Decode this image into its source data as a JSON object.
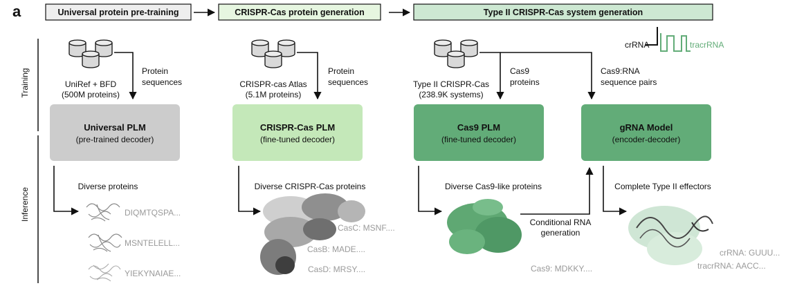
{
  "panel_label": "a",
  "pipeline": [
    {
      "label": "Universal protein pre-training",
      "fill": "#eeeeee"
    },
    {
      "label": "CRISPR-Cas protein generation",
      "fill": "#e6f6e0"
    },
    {
      "label": "Type II CRISPR-Cas system generation",
      "fill": "#cde8d2"
    }
  ],
  "rows": {
    "training": "Training",
    "inference": "Inference"
  },
  "legend": {
    "crrna": "crRNA",
    "tracrrna": "tracrRNA"
  },
  "columns": [
    {
      "db_line1": "UniRef + BFD",
      "db_line2": "(500M proteins)",
      "arrow_line1": "Protein",
      "arrow_line2": "sequences",
      "model_title": "Universal PLM",
      "model_sub": "(pre-trained decoder)",
      "model_color": "#cccccc",
      "output_title": "Diverse proteins",
      "outputs": [
        "DIQMTQSPA...",
        "MSNTELELL...",
        "YIEKYNAIAE..."
      ]
    },
    {
      "db_line1": "CRISPR-cas Atlas",
      "db_line2": "(5.1M proteins)",
      "arrow_line1": "Protein",
      "arrow_line2": "sequences",
      "model_title": "CRISPR-Cas PLM",
      "model_sub": "(fine-tuned decoder)",
      "model_color": "#c4e8b9",
      "output_title": "Diverse CRISPR-Cas proteins",
      "outputs": [
        "CasC: MSNF....",
        "CasB: MADE....",
        "CasD: MRSY...."
      ]
    },
    {
      "db_line1": "Type II CRISPR-Cas",
      "db_line2": "(238.9K systems)",
      "arrow_line1": "Cas9",
      "arrow_line2": "proteins",
      "model_title": "Cas9 PLM",
      "model_sub": "(fine-tuned decoder)",
      "model_color": "#62ac78",
      "output_title": "Diverse Cas9-like proteins",
      "outputs": [
        "Cas9: MDKKY...."
      ]
    },
    {
      "arrow_line1": "Cas9:RNA",
      "arrow_line2": "sequence pairs",
      "model_title": "gRNA Model",
      "model_sub": "(encoder-decoder)",
      "model_color": "#62ac78",
      "output_title": "Complete Type II effectors",
      "outputs": [
        "crRNA: GUUU...",
        "tracrRNA: AACC..."
      ]
    }
  ],
  "link_label_line1": "Conditional RNA",
  "link_label_line2": "generation"
}
